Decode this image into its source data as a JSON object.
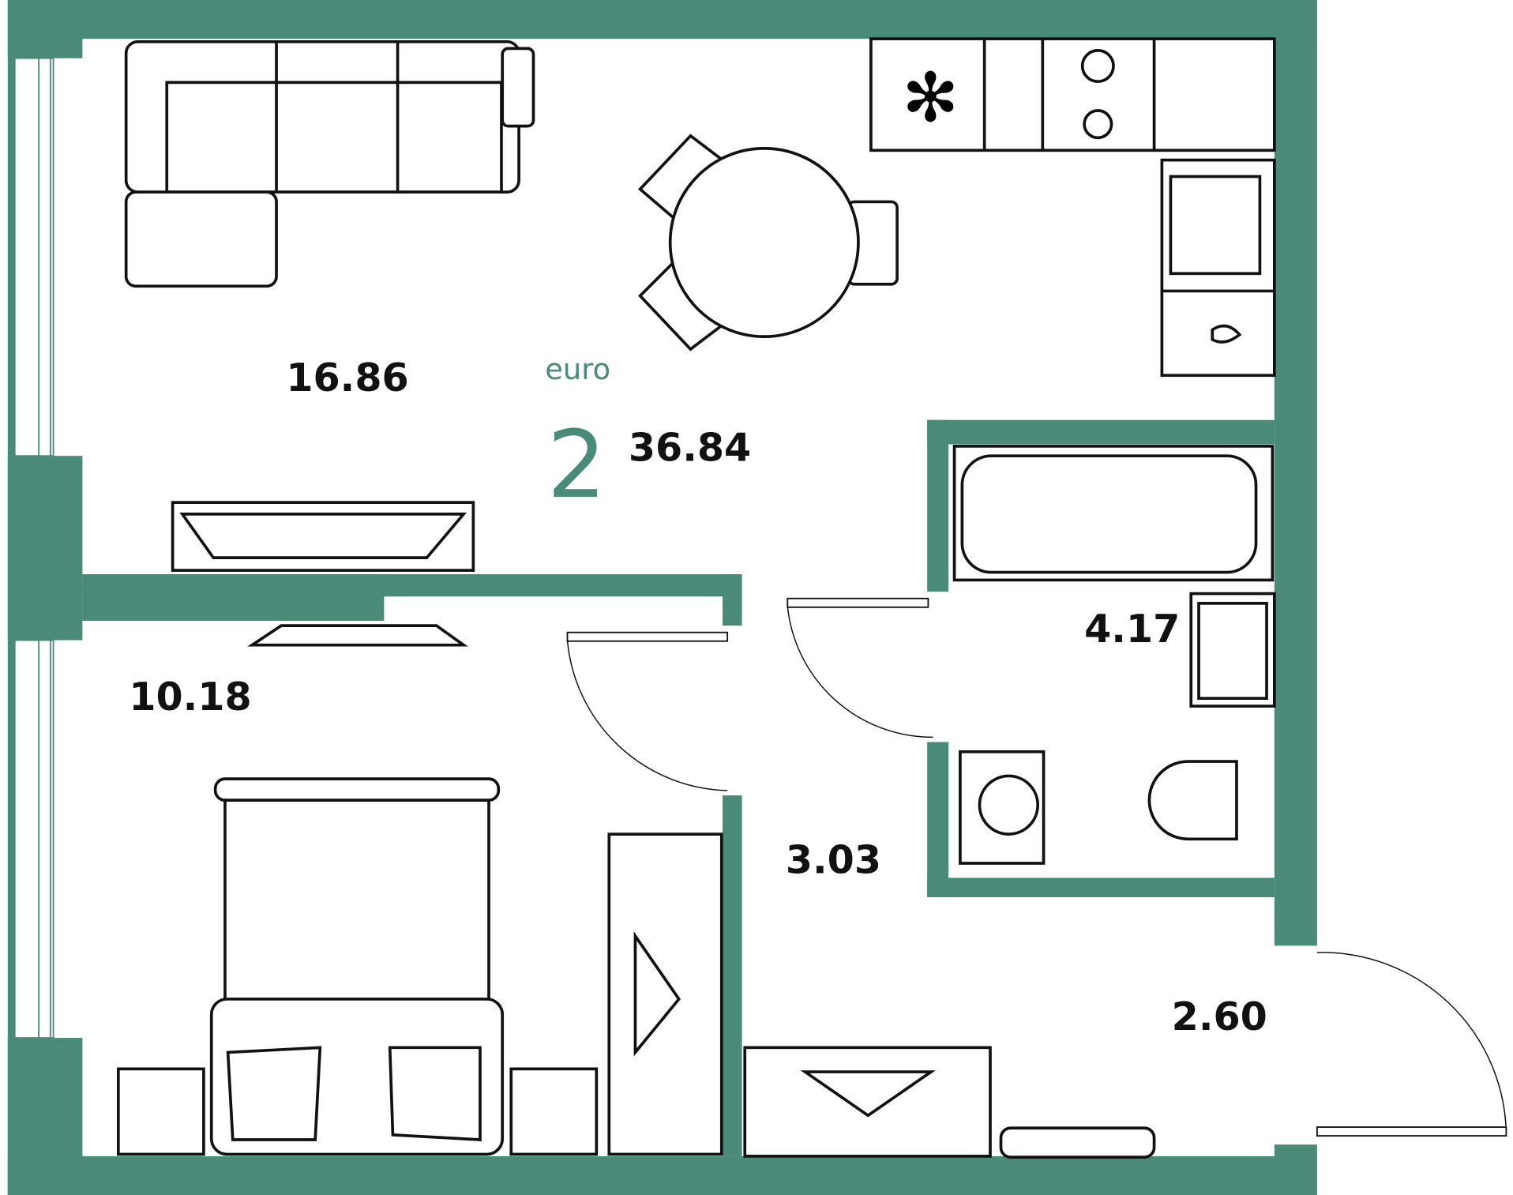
{
  "plan": {
    "brand": "euro",
    "rooms_count": "2",
    "total_area": "36.84",
    "areas": {
      "living": "16.86",
      "bedroom": "10.18",
      "bathroom": "4.17",
      "corridor": "3.03",
      "hall": "2.60"
    },
    "colors": {
      "wall": "#4a8a78"
    }
  }
}
